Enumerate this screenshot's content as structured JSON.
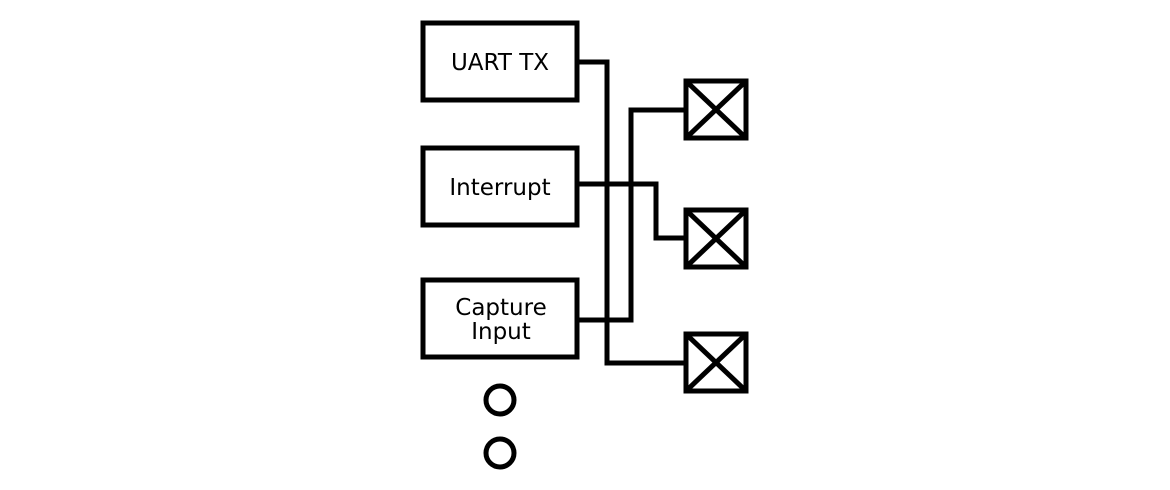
{
  "blocks": [
    {
      "id": "uart-tx",
      "lines": [
        "UART TX"
      ]
    },
    {
      "id": "interrupt",
      "lines": [
        "Interrupt"
      ]
    },
    {
      "id": "capture-input",
      "lines": [
        "Capture",
        "Input"
      ]
    }
  ],
  "pins": [
    {
      "id": "pin-1"
    },
    {
      "id": "pin-2"
    },
    {
      "id": "pin-3"
    }
  ],
  "connections": [
    {
      "from": "uart-tx",
      "to": "pin-3"
    },
    {
      "from": "interrupt",
      "to": "pin-2"
    },
    {
      "from": "capture-input",
      "to": "pin-1"
    }
  ],
  "continuation_dots": 2,
  "colors": {
    "stroke": "#000000",
    "background": "#ffffff"
  }
}
